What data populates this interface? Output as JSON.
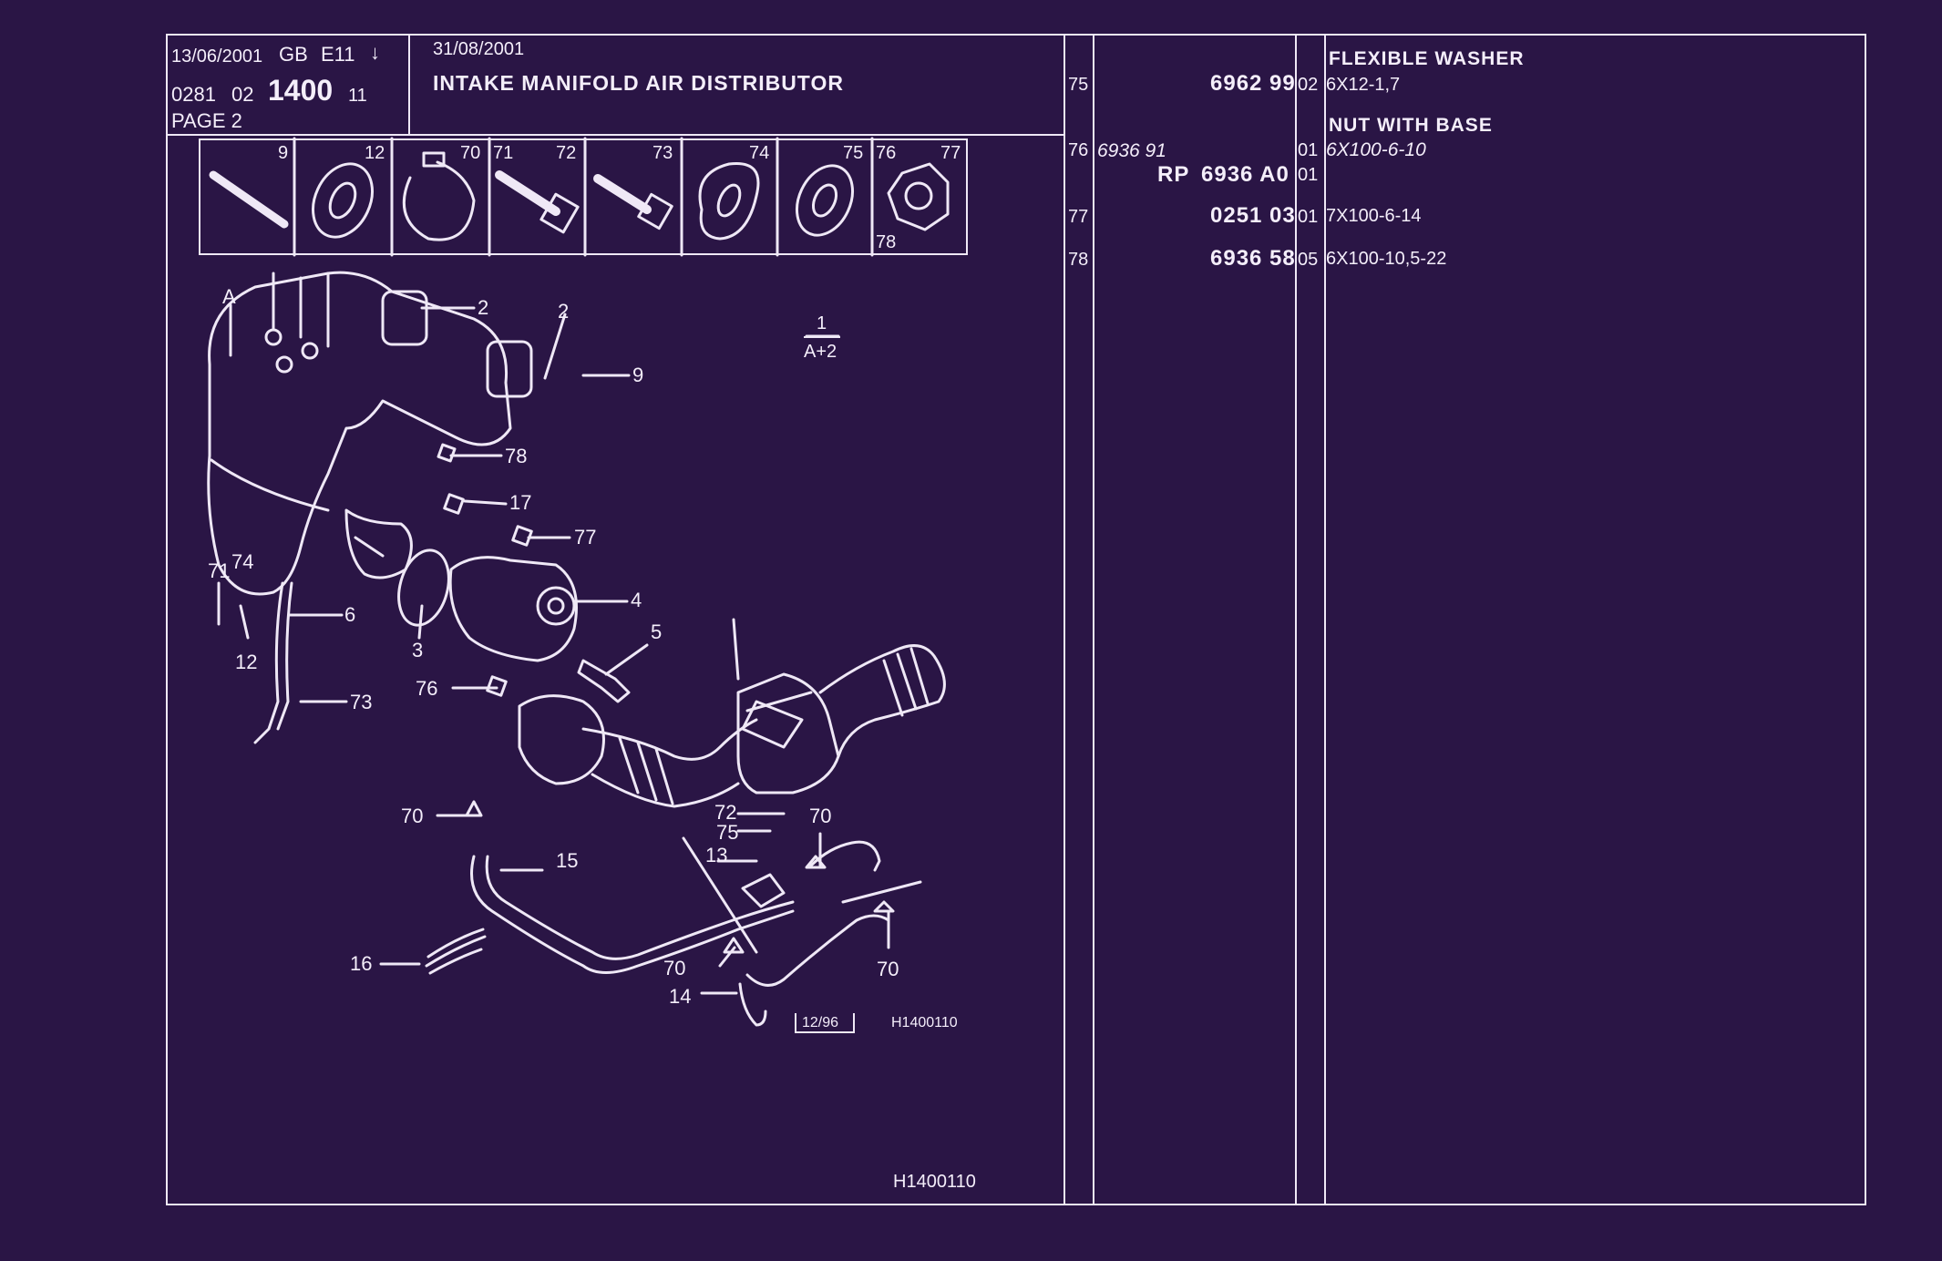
{
  "header": {
    "print_date": "13/06/2001",
    "region": "GB",
    "model_code": "E11",
    "arrow": "↓",
    "ref_prefix": "0281",
    "ref_sub": "02",
    "ref_main": "1400",
    "ref_suffix": "11",
    "page": "PAGE 2",
    "doc_date": "31/08/2001",
    "title": "INTAKE MANIFOLD AIR DISTRIBUTOR"
  },
  "thumbnails": [
    {
      "labels": [
        "9"
      ]
    },
    {
      "labels": [
        "12"
      ]
    },
    {
      "labels": [
        "70"
      ]
    },
    {
      "labels": [
        "71",
        "72"
      ]
    },
    {
      "labels": [
        "73"
      ]
    },
    {
      "labels": [
        "74"
      ]
    },
    {
      "labels": [
        "75"
      ]
    },
    {
      "labels": [
        "76",
        "77",
        "78"
      ]
    }
  ],
  "diagram": {
    "callouts": [
      "A",
      "2",
      "2",
      "9",
      "78",
      "17",
      "77",
      "4",
      "5",
      "3",
      "6",
      "71",
      "74",
      "12",
      "73",
      "76",
      "70",
      "15",
      "16",
      "72",
      "75",
      "70",
      "13",
      "70",
      "14",
      "70"
    ],
    "fraction_top": "1",
    "fraction_bottom": "A+2",
    "stamp_date": "12/96",
    "stamp_code": "H1400110",
    "footer_code": "H1400110"
  },
  "parts_table": {
    "rows": [
      {
        "ref": "75",
        "old_number": "",
        "prefix": "",
        "number": "6962 99",
        "qty": "02",
        "description": "6X12-1,7",
        "heading": "FLEXIBLE WASHER"
      },
      {
        "ref": "76",
        "old_number": "6936 91",
        "prefix": "",
        "number": "",
        "qty": "01",
        "description": "6X100-6-10",
        "heading": "NUT WITH BASE"
      },
      {
        "ref": "",
        "old_number": "",
        "prefix": "RP",
        "number": "6936 A0",
        "qty": "01",
        "description": "",
        "heading": ""
      },
      {
        "ref": "77",
        "old_number": "",
        "prefix": "",
        "number": "0251 03",
        "qty": "01",
        "description": "7X100-6-14",
        "heading": ""
      },
      {
        "ref": "78",
        "old_number": "",
        "prefix": "",
        "number": "6936 58",
        "qty": "05",
        "description": "6X100-10,5-22",
        "heading": ""
      }
    ]
  },
  "colors": {
    "background": "#2a1545",
    "ink": "#f4eefa"
  }
}
